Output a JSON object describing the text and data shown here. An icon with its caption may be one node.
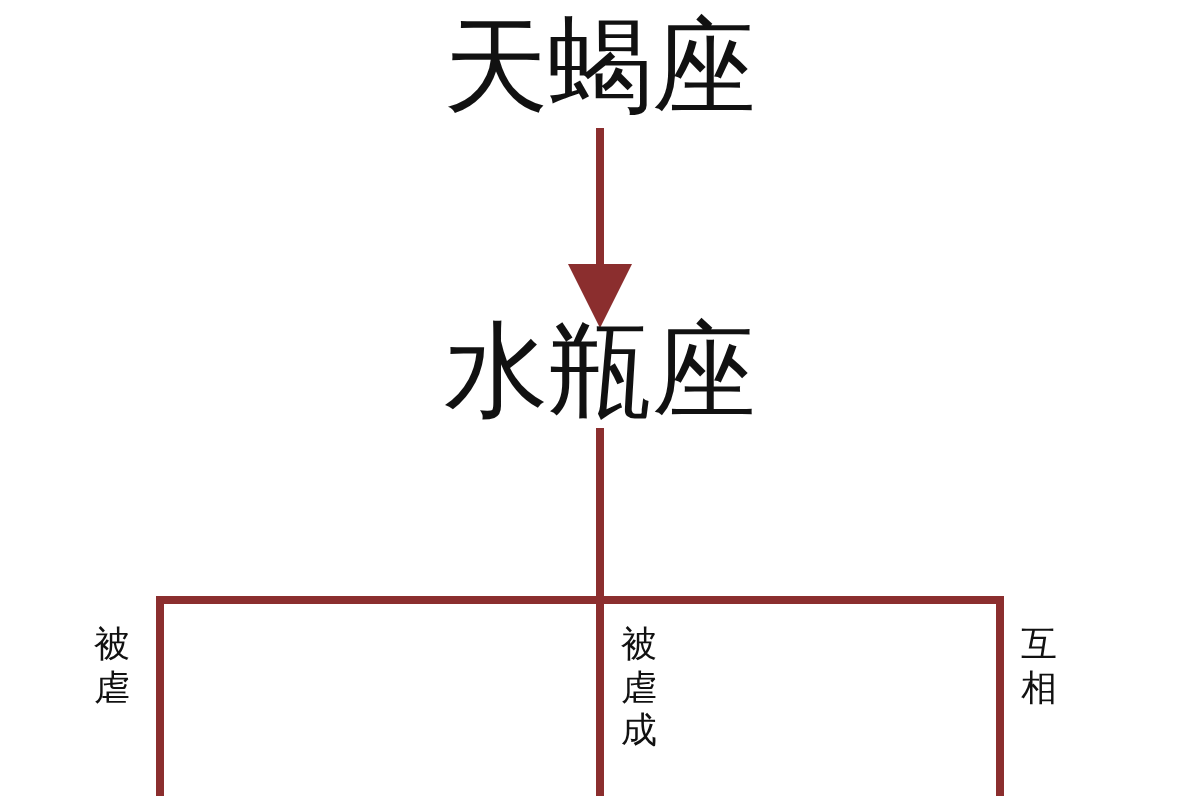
{
  "diagram": {
    "nodes": [
      {
        "text": [
          "天蝎座"
        ]
      },
      {
        "text": [
          "水瓶座"
        ]
      }
    ],
    "edges": [
      {
        "from": 0,
        "to": 1,
        "arrow": "to"
      },
      {
        "from": 1,
        "to": null,
        "arrow": "none",
        "label": "被虐"
      },
      {
        "from": 1,
        "to": null,
        "arrow": "none",
        "label": "被虐成"
      },
      {
        "from": 1,
        "to": null,
        "arrow": "none",
        "label": "互相"
      }
    ]
  }
}
